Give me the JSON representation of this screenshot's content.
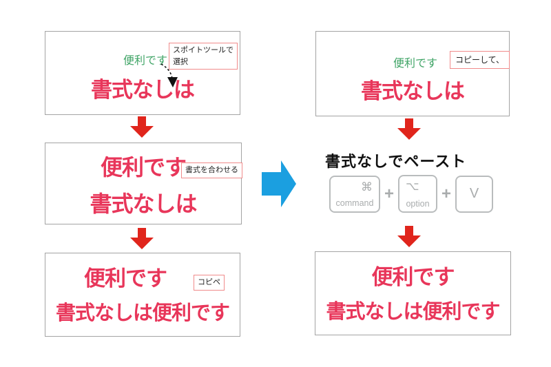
{
  "left": {
    "box1": {
      "green": "便利です",
      "label": "スポイトツールで選択",
      "red": "書式なしは"
    },
    "box2": {
      "line1": "便利です",
      "label": "書式を合わせる",
      "line2": "書式なしは"
    },
    "box3": {
      "line1": "便利です",
      "label": "コピペ",
      "line2": "書式なしは便利です"
    }
  },
  "right": {
    "box1": {
      "green": "便利です",
      "label": "コピーして、",
      "red": "書式なしは"
    },
    "paste": {
      "title": "書式なしでペースト",
      "plus": "+",
      "keys": [
        {
          "symbol": "⌘",
          "label": "command"
        },
        {
          "symbol": "⌥",
          "label": "option"
        },
        {
          "symbol": "V",
          "label": ""
        }
      ]
    },
    "box2": {
      "line1": "便利です",
      "line2": "書式なしは便利です"
    }
  },
  "colors": {
    "red_text": "#e8365a",
    "arrow_red": "#e0251c",
    "arrow_blue": "#1b9fe0",
    "green_text": "#3fa466",
    "label_border": "#f08a8a",
    "box_border": "#a3a3a3",
    "key_gray": "#a9acad"
  }
}
